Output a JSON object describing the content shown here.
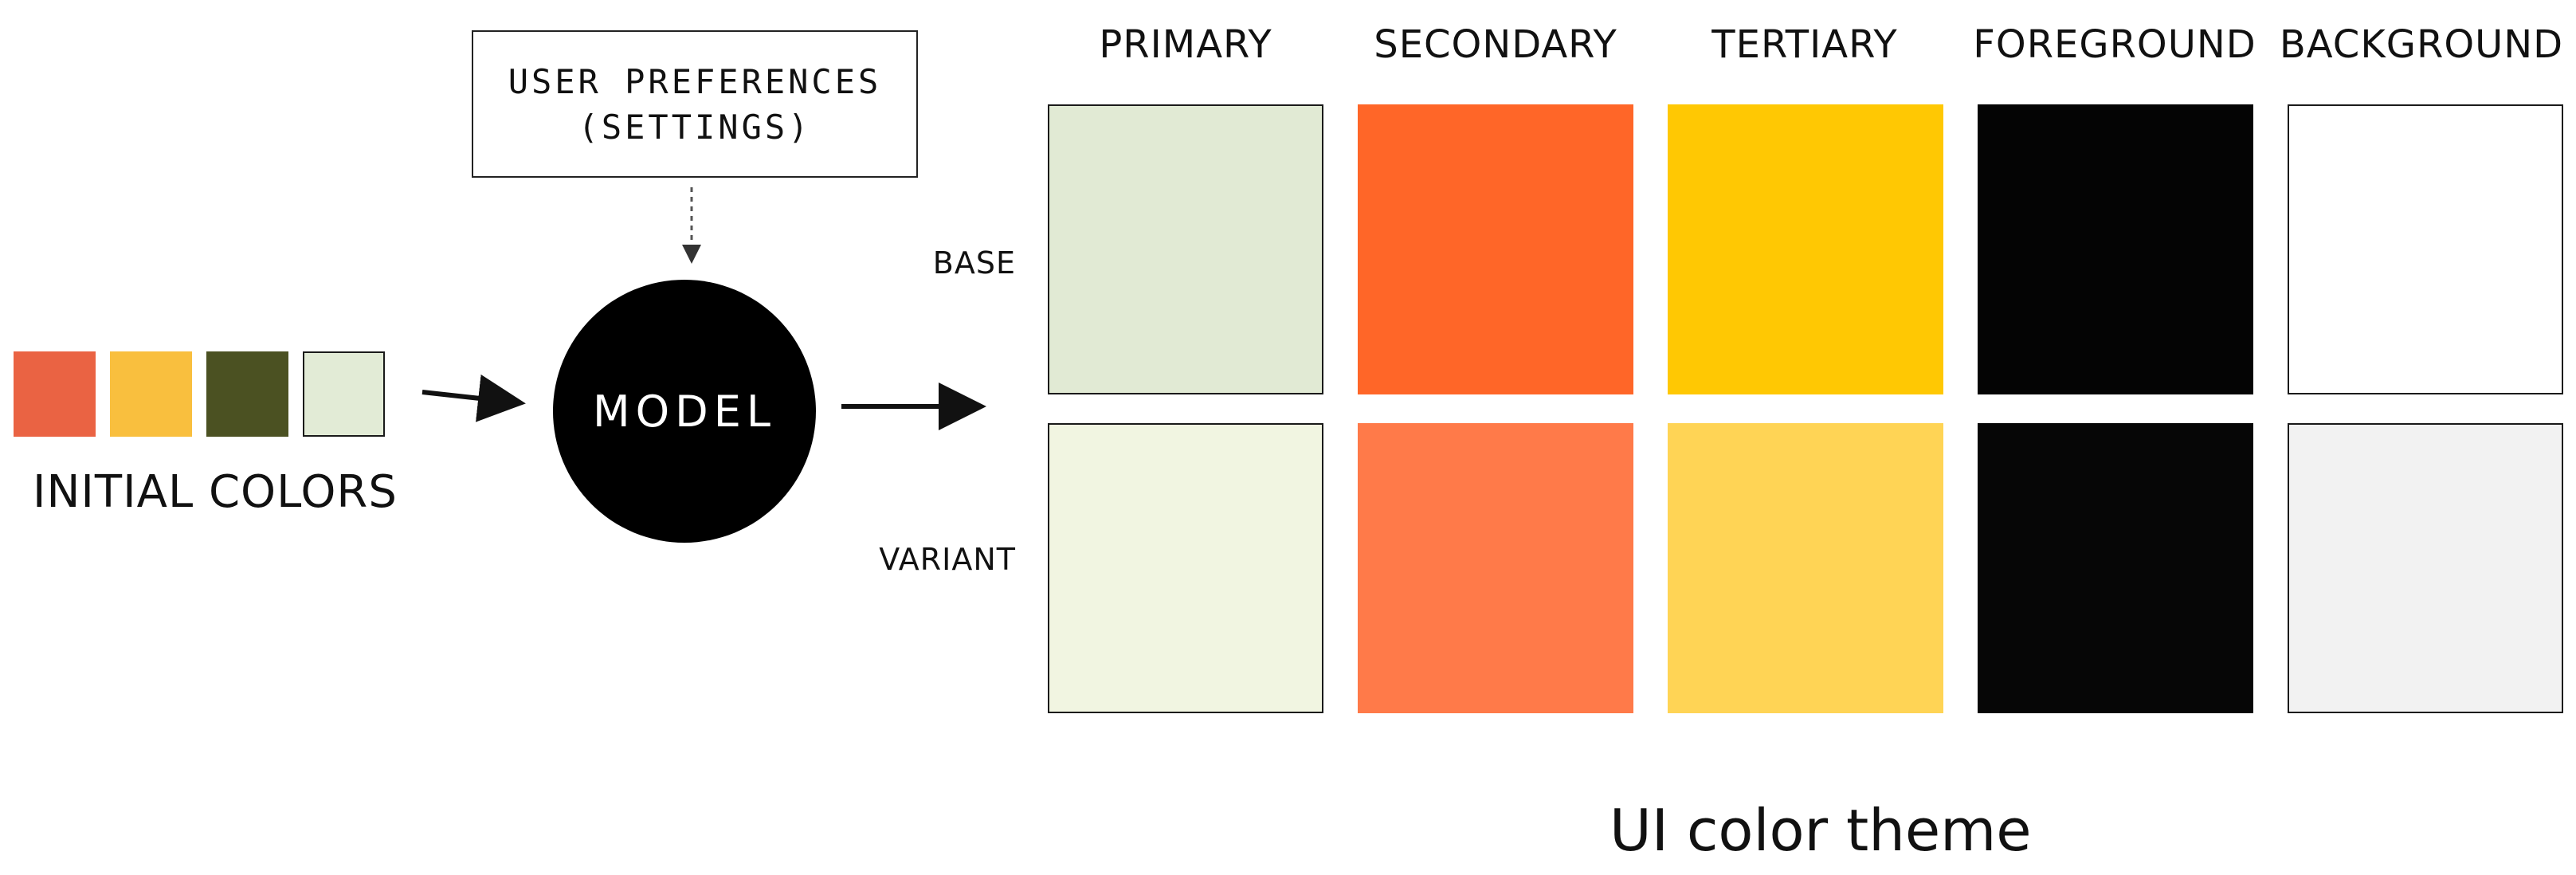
{
  "initial_colors": {
    "label": "INITIAL COLORS",
    "swatches": [
      "#EA6343",
      "#F9BF3E",
      "#4B5122",
      "#E2EBD6"
    ]
  },
  "preferences_box": {
    "line1": "USER PREFERENCES",
    "line2": "(SETTINGS)"
  },
  "model": {
    "label": "MODEL"
  },
  "theme": {
    "caption": "UI color theme",
    "columns": [
      "PRIMARY",
      "SECONDARY",
      "TERTIARY",
      "FOREGROUND",
      "BACKGROUND"
    ],
    "rows": [
      "BASE",
      "VARIANT"
    ],
    "colors": {
      "base": [
        "#E1EAD4",
        "#FF6628",
        "#FFC803",
        "#040404",
        "#FFFFFF"
      ],
      "variant": [
        "#F1F5E1",
        "#FF7A49",
        "#FFD455",
        "#060606",
        "#F2F2F2"
      ]
    }
  }
}
